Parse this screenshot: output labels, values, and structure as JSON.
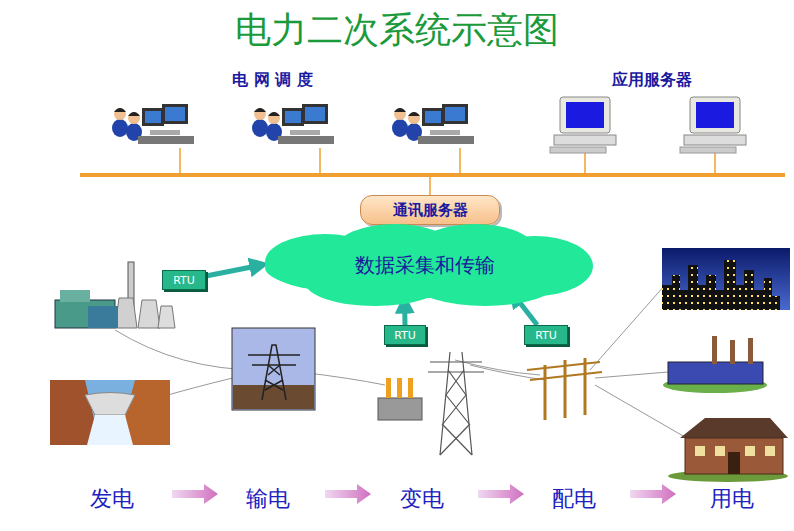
{
  "diagram": {
    "title": "电力二次系统示意图",
    "nodes": [
      {
        "text": [
          "通讯服务器"
        ]
      },
      {
        "text": [
          "数据采集和传输"
        ]
      },
      {
        "text": [
          "RTU"
        ]
      },
      {
        "text": [
          "RTU"
        ]
      },
      {
        "text": [
          "RTU"
        ]
      }
    ],
    "edges": [
      {
        "from": 2,
        "to": 1,
        "arrow": "to"
      },
      {
        "from": 3,
        "to": 1,
        "arrow": "to"
      },
      {
        "from": 4,
        "to": 1,
        "arrow": "to"
      }
    ],
    "labels": [
      "电 网 调 度",
      "应用服务器",
      "发电",
      "输电",
      "变电",
      "配电",
      "用电"
    ]
  }
}
